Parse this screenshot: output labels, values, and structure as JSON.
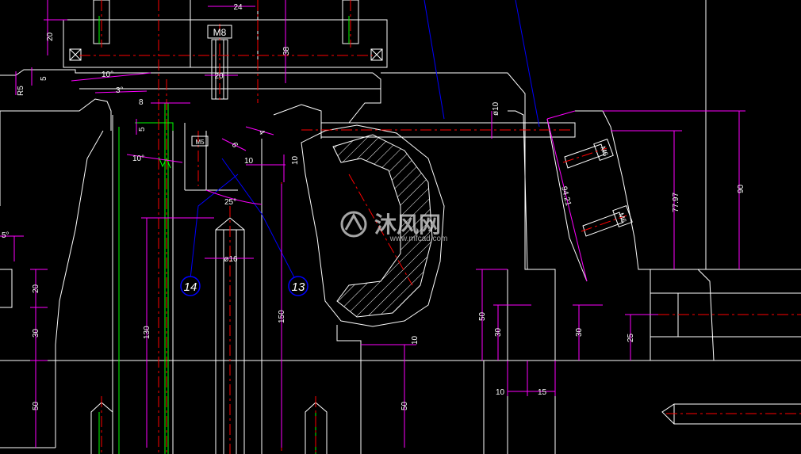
{
  "colors": {
    "background": "#000000",
    "outline": "#ffffff",
    "dimension": "#ff00ff",
    "centerline": "#ff0000",
    "leader": "#0000ff",
    "hatch": "#ffffff",
    "text_white": "#ffffff",
    "green": "#00ff00",
    "yellow": "#ffff00"
  },
  "dimensions": {
    "d24": "24",
    "d20_top": "20",
    "d38": "38",
    "d20_mid": "20",
    "d5_left": "5",
    "r5": "R5",
    "ang10_top": "10°",
    "ang3": "3°",
    "d8": "8",
    "d5_small": "5",
    "ang10_low": "10°",
    "d10_a": "10",
    "d10_b": "10",
    "ang25": "25°",
    "d6": "6",
    "d4": "4",
    "phi16": "ø16",
    "phi10": "ø10",
    "d94_21": "94.21",
    "d77_97": "77.97",
    "d90": "90",
    "ang5": "5°",
    "d20_left": "20",
    "d30_left": "30",
    "d50_left": "50",
    "d130": "130",
    "d150": "150",
    "d50_center": "50",
    "d10_center": "10",
    "d50_right": "50",
    "d30_right_a": "30",
    "d30_right_b": "30",
    "d25": "25",
    "d10_bottom": "10",
    "d15_bottom": "15"
  },
  "labels": {
    "m8": "M8",
    "m5": "M5",
    "m6_a": "M6",
    "m6_b": "M6"
  },
  "balloons": {
    "b14": "14",
    "b13": "13"
  },
  "watermark": {
    "text_cn": "沐风网",
    "text_url": "www.mfcad.com"
  }
}
